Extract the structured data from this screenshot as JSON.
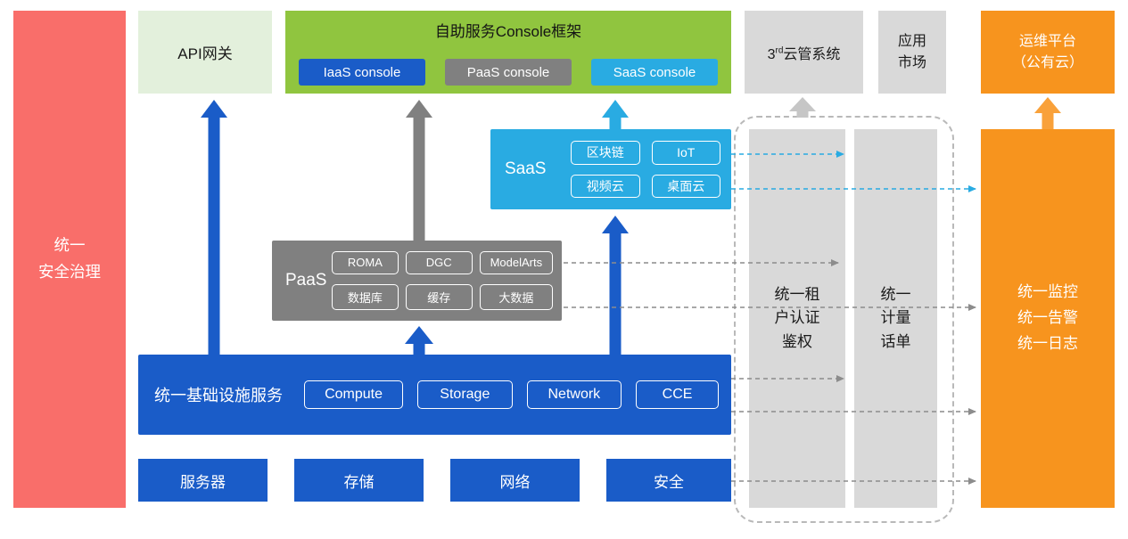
{
  "security_bar": {
    "label": "统一\n安全治理"
  },
  "api_gateway": {
    "label": "API网关"
  },
  "console_frame": {
    "title": "自助服务Console框架",
    "consoles": [
      {
        "label": "IaaS console",
        "color": "#1A5CC8"
      },
      {
        "label": "PaaS console",
        "color": "#808080"
      },
      {
        "label": "SaaS console",
        "color": "#29ABE2"
      }
    ]
  },
  "third_cloud_mgmt": {
    "prefix": "3",
    "superscript": "rd",
    "suffix": "云管系统"
  },
  "app_market": {
    "label": "应用\n市场"
  },
  "om_platform": {
    "label": "运维平台\n（公有云）"
  },
  "saas": {
    "label": "SaaS",
    "services": [
      "区块链",
      "IoT",
      "视频云",
      "桌面云"
    ]
  },
  "paas": {
    "label": "PaaS",
    "services": [
      "ROMA",
      "DGC",
      "ModelArts",
      "数据库",
      "缓存",
      "大数据"
    ]
  },
  "infrastructure": {
    "label": "统一基础设施服务",
    "services": [
      "Compute",
      "Storage",
      "Network",
      "CCE"
    ]
  },
  "hardware": {
    "items": [
      "服务器",
      "存储",
      "网络",
      "安全"
    ]
  },
  "pillars": {
    "auth": {
      "label": "统一租\n户认证\n鉴权"
    },
    "metering": {
      "label": "统一\n计量\n话单"
    },
    "monitoring": {
      "label": "统一监控\n统一告警\n统一日志"
    }
  },
  "colors": {
    "blue": "#1A5CC8",
    "cyan": "#29ABE2",
    "gray": "#808080",
    "light_gray": "#D9D9D9",
    "green": "#90C53F",
    "light_green": "#E3F0DC",
    "red": "#F96E6A",
    "orange": "#F7941E"
  }
}
